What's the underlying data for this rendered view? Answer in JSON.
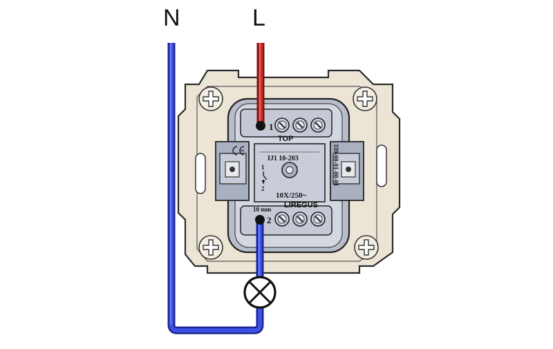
{
  "labels": {
    "neutral": "N",
    "live": "L"
  },
  "markings": {
    "terminal_1": "1",
    "terminal_2": "2",
    "top": "TOP",
    "model": "IJ1 10-203",
    "rating": "10X/250~",
    "brand": "LIREGUS",
    "strip_length": "10 mm",
    "serial": "339-00-01-00-01",
    "contact_1": "1",
    "contact_2": "2"
  },
  "colors": {
    "neutral_wire": "#2f3fd0",
    "live_wire": "#b5201c",
    "frame": "#ece5d6",
    "mechanism": "#bcc2d0",
    "lamp": "#ffffff"
  },
  "icons": {
    "lamp": "lamp-symbol-icon",
    "ce_mark": "ce-mark-icon",
    "switch_symbol": "switch-contact-icon"
  }
}
